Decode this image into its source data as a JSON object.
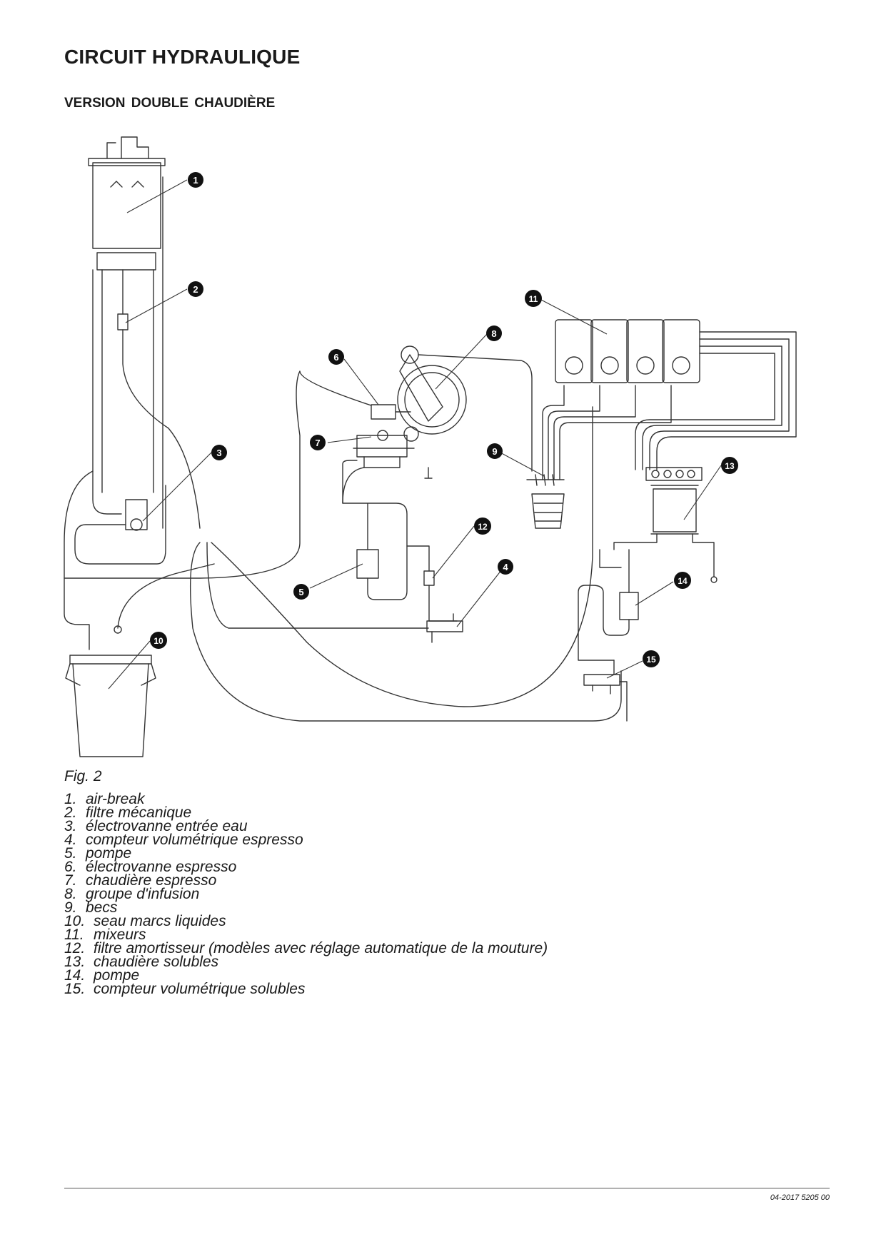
{
  "page": {
    "title": "CIRCUIT HYDRAULIQUE",
    "subtitle": "VERSION DOUBLE CHAUDIÈRE",
    "doc_code": "04-2017 5205 00"
  },
  "figure": {
    "caption": "Fig. 2",
    "callouts": [
      "1",
      "2",
      "3",
      "4",
      "5",
      "6",
      "7",
      "8",
      "9",
      "10",
      "11",
      "12",
      "13",
      "14",
      "15"
    ]
  },
  "legend": [
    {
      "num": "1.",
      "text": "air-break"
    },
    {
      "num": "2.",
      "text": "filtre mécanique"
    },
    {
      "num": "3.",
      "text": "électrovanne entrée eau"
    },
    {
      "num": "4.",
      "text": "compteur volumétrique espresso"
    },
    {
      "num": "5.",
      "text": "pompe"
    },
    {
      "num": "6.",
      "text": "électrovanne espresso"
    },
    {
      "num": "7.",
      "text": "chaudière espresso"
    },
    {
      "num": "8.",
      "text": "groupe d'infusion"
    },
    {
      "num": "9.",
      "text": "becs"
    },
    {
      "num": "10.",
      "text": "seau marcs liquides"
    },
    {
      "num": "11.",
      "text": "mixeurs"
    },
    {
      "num": "12.",
      "text": "filtre amortisseur (modèles avec réglage automatique de la mouture)"
    },
    {
      "num": "13.",
      "text": "chaudière solubles"
    },
    {
      "num": "14.",
      "text": "pompe"
    },
    {
      "num": "15.",
      "text": "compteur volumétrique solubles"
    }
  ]
}
